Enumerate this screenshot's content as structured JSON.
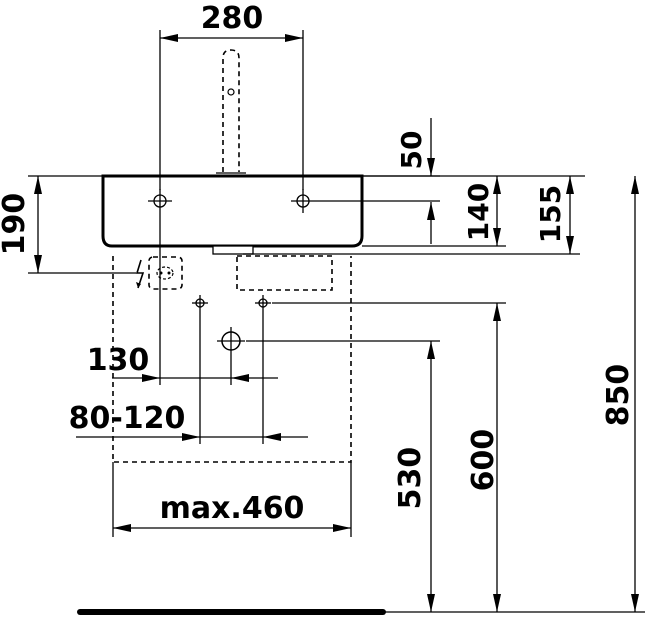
{
  "diagram": {
    "dimensions": {
      "tap_hole_spacing": "280",
      "tap_to_top": "50",
      "bowl_height": "190",
      "depth_140": "140",
      "depth_155": "155",
      "siphon_offset": "130",
      "inlet_range": "80-120",
      "cabinet_width": "max.460",
      "drain_height": "530",
      "inlet_height": "600",
      "rim_height": "850"
    }
  }
}
